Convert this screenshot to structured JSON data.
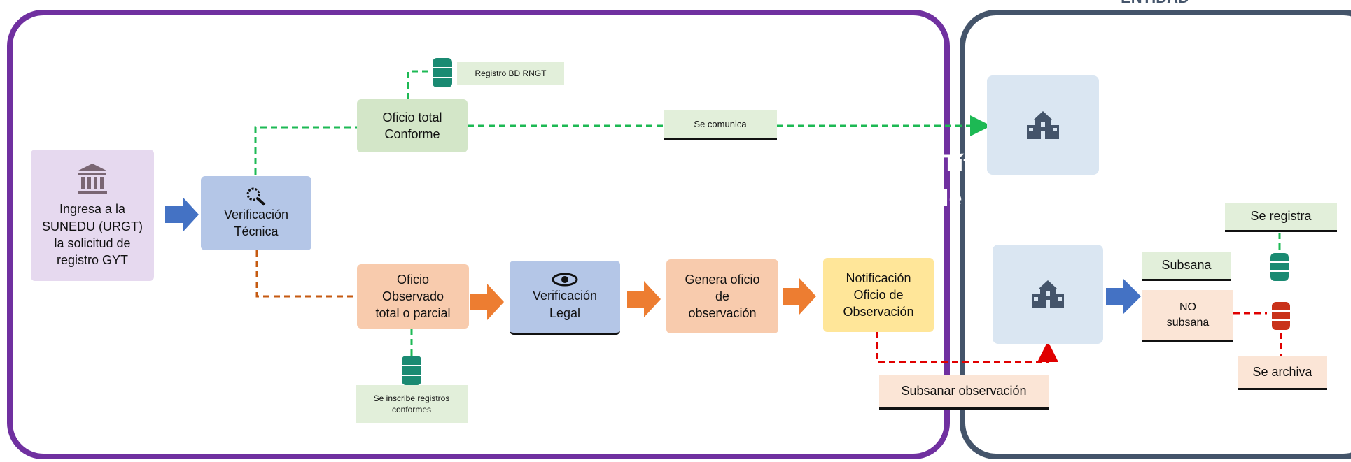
{
  "colors": {
    "panel_left_border": "#7030a0",
    "panel_right_border": "#44546a",
    "lavender": "#e6d9ef",
    "blue": "#b4c6e7",
    "green": "#d3e6c8",
    "orange": "#f8cbad",
    "yellow": "#ffe699",
    "peach": "#fbe5d6",
    "light_blue": "#dae6f2",
    "light_green": "#e2efda",
    "connector_green": "#1db954",
    "connector_orange": "#c55a11",
    "connector_red": "#e00000",
    "arrow_blue": "#4472c4",
    "arrow_orange": "#ed7d31"
  },
  "panels": {
    "right_header": "ENTIDAD",
    "ghost_text_1": "Títulos",
    "ghost_text_2": "le"
  },
  "nodes": {
    "ingreso": {
      "lines": [
        "Ingresa a la",
        "SUNEDU (URGT)",
        "la solicitud de",
        "registro GYT"
      ],
      "icon": "institution-icon"
    },
    "verificacion_tecnica": {
      "lines": [
        "Verificación",
        "Técnica"
      ],
      "icon": "magnifier-icon"
    },
    "oficio_conforme": {
      "lines": [
        "Oficio total",
        "Conforme"
      ]
    },
    "oficio_observado": {
      "lines": [
        "Oficio",
        "Observado",
        "total o parcial"
      ]
    },
    "verificacion_legal": {
      "lines": [
        "Verificación",
        "Legal"
      ],
      "icon": "eye-icon"
    },
    "genera_oficio": {
      "lines": [
        "Genera oficio",
        "de",
        "observación"
      ]
    },
    "notificacion": {
      "lines": [
        "Notificación",
        "Oficio de",
        "Observación"
      ]
    }
  },
  "labels": {
    "registro_bd": "Registro BD RNGT",
    "se_comunica": "Se comunica",
    "se_inscribe": [
      "Se inscribe registros",
      "conformes"
    ],
    "subsanar": "Subsanar observación",
    "subsana": "Subsana",
    "no_subsana": [
      "NO",
      "subsana"
    ],
    "se_registra": "Se registra",
    "se_archiva": "Se archiva"
  },
  "icons": {
    "school_top": "school-icon",
    "school_bottom": "school-icon",
    "db_registro": "database-icon",
    "db_inscribe": "database-icon",
    "db_registra": "database-icon",
    "db_archiva": "database-icon"
  }
}
